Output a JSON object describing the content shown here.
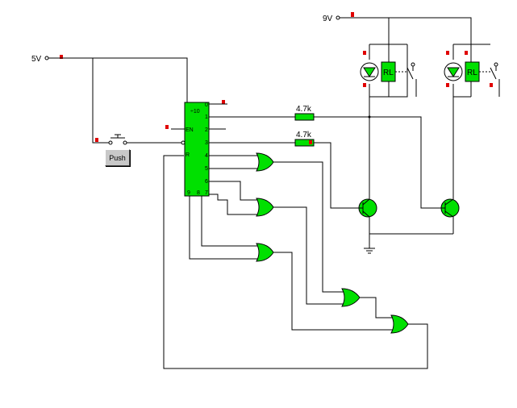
{
  "supplies": {
    "v5": "5V",
    "v9": "9V"
  },
  "resistors": [
    "4.7k",
    "4.7k"
  ],
  "push_button": {
    "label": "Push"
  },
  "counter": {
    "title": "÷10",
    "inputs": [
      "EN",
      "R"
    ],
    "outputs": [
      "0",
      "1",
      "2",
      "3",
      "4",
      "5",
      "6",
      "7"
    ],
    "bottom_pins": [
      "9",
      "8"
    ]
  },
  "relays": [
    "RL",
    "RL"
  ],
  "colors": {
    "component_fill": "#00e000",
    "indicator": "#e00000",
    "wire": "#000000"
  }
}
